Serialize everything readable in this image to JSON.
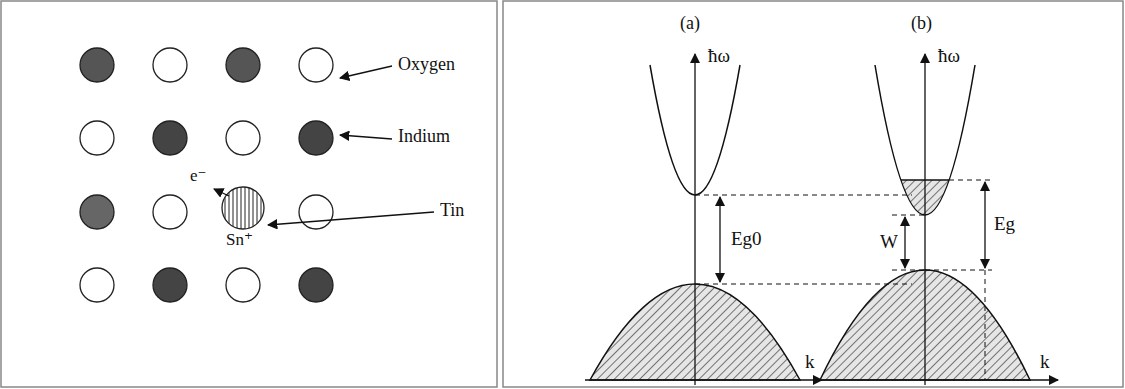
{
  "diagram": {
    "labels": [
      "Oxygen",
      "Indium",
      "Tin",
      "e⁻",
      "Sn⁺",
      "(a)",
      "(b)",
      "ħω",
      "k",
      "Eg0",
      "ħω",
      "k",
      "W",
      "Eg"
    ]
  }
}
